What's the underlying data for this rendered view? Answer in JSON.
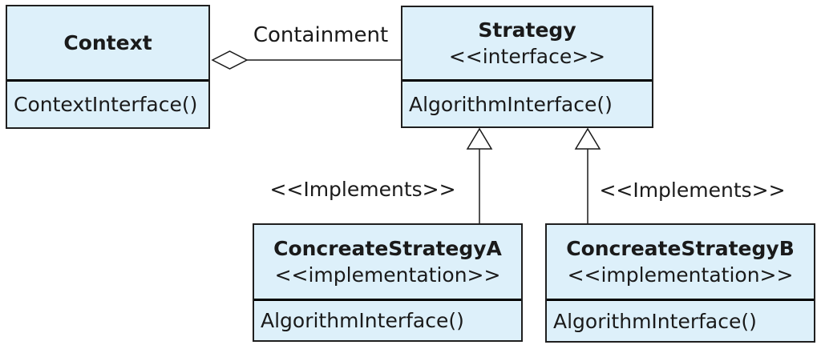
{
  "colors": {
    "box_fill": "#ddf0fa",
    "box_border": "#1f1f1f",
    "compartment_divider": "#000000",
    "connector_line": "#1a1a1a",
    "background": "#ffffff"
  },
  "classes": {
    "context": {
      "name": "Context",
      "methods": [
        "ContextInterface()"
      ]
    },
    "strategy": {
      "name": "Strategy",
      "stereotype": "<<interface>>",
      "methods": [
        "AlgorithmInterface()"
      ]
    },
    "concrete_a": {
      "name": "ConcreateStrategyA",
      "stereotype": "<<implementation>>",
      "methods": [
        "AlgorithmInterface()"
      ]
    },
    "concrete_b": {
      "name": "ConcreateStrategyB",
      "stereotype": "<<implementation>>",
      "methods": [
        "AlgorithmInterface()"
      ]
    }
  },
  "relationships": {
    "containment": {
      "label": "Containment"
    },
    "implements_a": {
      "label": "<<Implements>>"
    },
    "implements_b": {
      "label": "<<Implements>>"
    }
  }
}
